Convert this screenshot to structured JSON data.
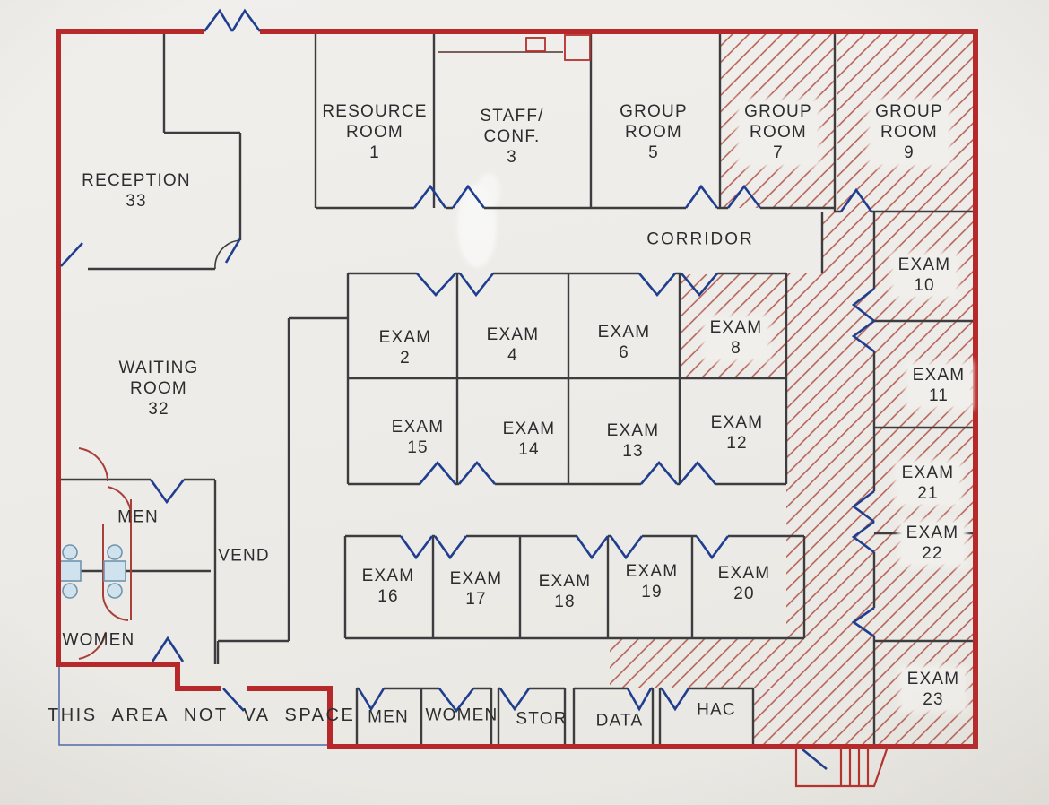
{
  "document": {
    "kind": "floor-plan",
    "note": "THIS AREA NOT VA SPACE"
  },
  "colors": {
    "paper": "#efede9",
    "wall_dark": "#3d3d3f",
    "boundary_red": "#b7282a",
    "hatch_red": "#ad4a40",
    "door_blue": "#1f3e8f",
    "fixture_blue": "#cfe2ee",
    "partition_red": "#a8403a"
  },
  "rooms": {
    "reception": "RECEPTION\n33",
    "resource_room": "RESOURCE\nROOM\n1",
    "staff_conf": "STAFF/\nCONF.\n3",
    "group_room_5": "GROUP\nROOM\n5",
    "group_room_7": "GROUP\nROOM\n7",
    "group_room_9": "GROUP\nROOM\n9",
    "corridor": "CORRIDOR",
    "exam_2": "EXAM\n2",
    "exam_4": "EXAM\n4",
    "exam_6": "EXAM\n6",
    "exam_8": "EXAM\n8",
    "exam_15": "EXAM\n15",
    "exam_14": "EXAM\n14",
    "exam_13": "EXAM\n13",
    "exam_12": "EXAM\n12",
    "exam_16": "EXAM\n16",
    "exam_17": "EXAM\n17",
    "exam_18": "EXAM\n18",
    "exam_19": "EXAM\n19",
    "exam_20": "EXAM\n20",
    "exam_10": "EXAM\n10",
    "exam_11": "EXAM\n11",
    "exam_21": "EXAM\n21",
    "exam_22": "EXAM\n22",
    "exam_23": "EXAM\n23",
    "waiting_room": "WAITING\nROOM\n32",
    "vend": "VEND",
    "restroom_men": "MEN",
    "restroom_women": "WOMEN",
    "men": "MEN",
    "women": "WOMEN",
    "stor": "STOR",
    "data": "DATA",
    "hac": "HAC",
    "note": "THIS AREA NOT VA SPACE"
  }
}
